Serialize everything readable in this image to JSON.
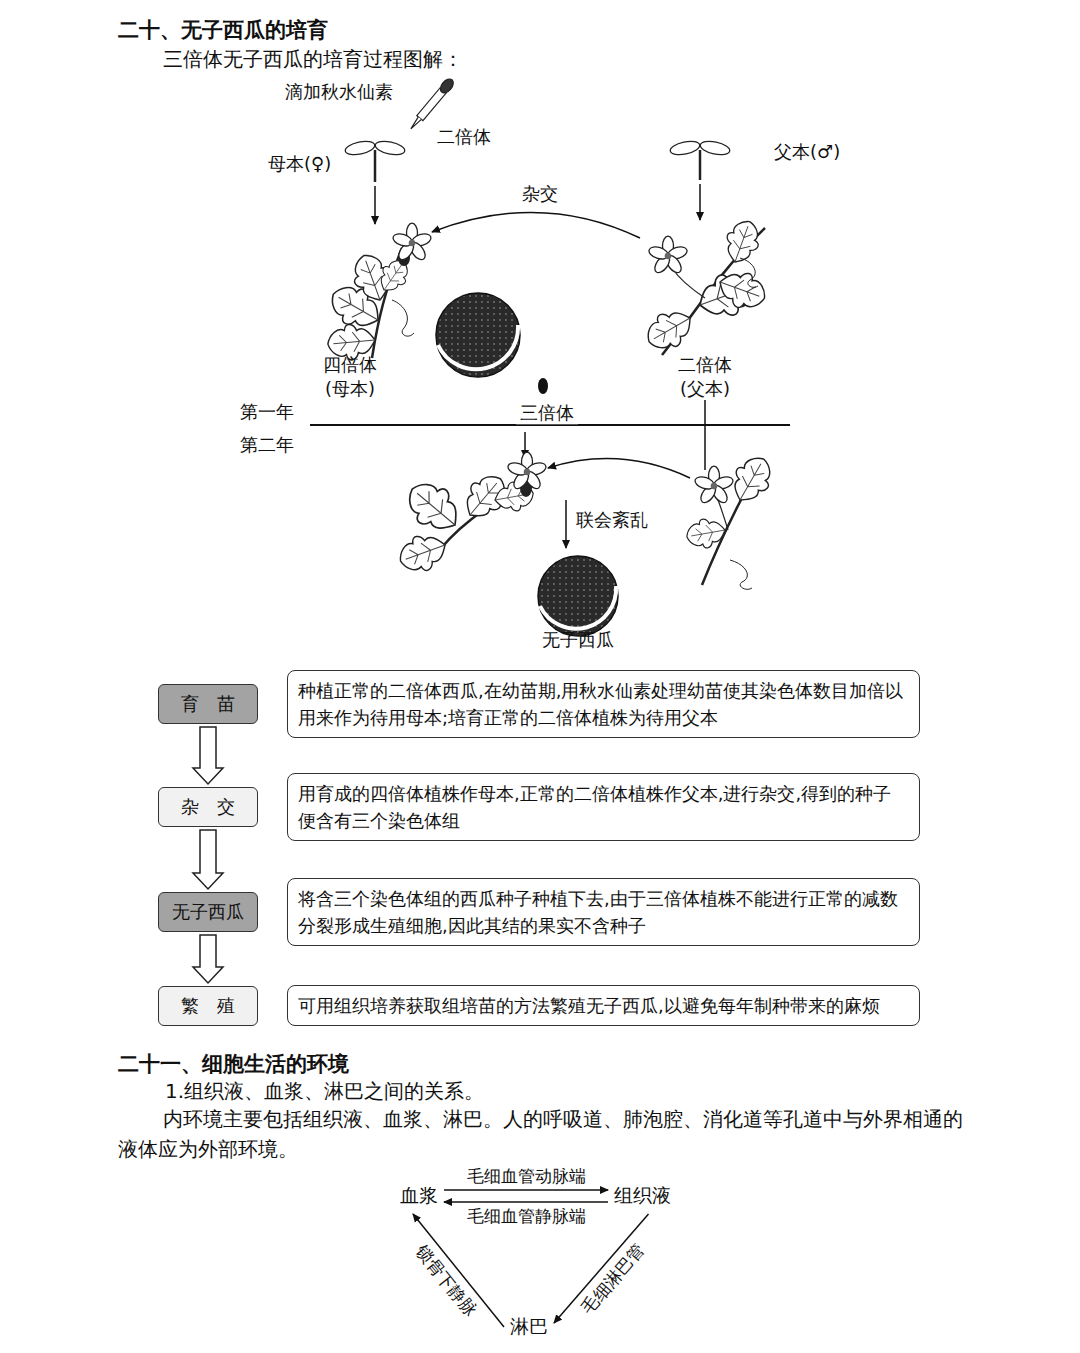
{
  "diagram": {
    "title": "二十、无子西瓜的培育",
    "nodes": [
      {
        "text": [
          "育苗"
        ]
      },
      {
        "text": [
          "种植正常的二倍体西瓜,在幼苗期,用秋水仙素处理幼苗使其染色体数目加倍以用来作为待用母本;培育正常的二倍体植株为待用父本"
        ]
      },
      {
        "text": [
          "杂交"
        ]
      },
      {
        "text": [
          "用育成的四倍体植株作母本,正常的二倍体植株作父本,进行杂交,得到的种子便含有三个染色体组"
        ]
      },
      {
        "text": [
          "无子西瓜"
        ]
      },
      {
        "text": [
          "将含三个染色体组的西瓜种子种植下去,由于三倍体植株不能进行正常的减数分裂形成生殖细胞,因此其结的果实不含种子"
        ]
      },
      {
        "text": [
          "繁殖"
        ]
      },
      {
        "text": [
          "可用组织培养获取组培苗的方法繁殖无子西瓜,以避免每年制种带来的麻烦"
        ]
      },
      {
        "text": [
          "血浆"
        ]
      },
      {
        "text": [
          "组织液"
        ]
      },
      {
        "text": [
          "淋巴"
        ]
      }
    ],
    "edges": [
      {
        "from": 0,
        "to": 2,
        "arrow": "to"
      },
      {
        "from": 2,
        "to": 4,
        "arrow": "to"
      },
      {
        "from": 4,
        "to": 6,
        "arrow": "to"
      },
      {
        "from": 8,
        "to": 9,
        "label": "毛细血管动脉端",
        "arrow": "to"
      },
      {
        "from": 9,
        "to": 8,
        "label": "毛细血管静脉端",
        "arrow": "to"
      },
      {
        "from": 9,
        "to": 10,
        "label": "毛细淋巴管",
        "arrow": "to"
      },
      {
        "from": 10,
        "to": 8,
        "label": "锁骨下静脉",
        "arrow": "to"
      }
    ],
    "labels": [
      "三倍体无子西瓜的培育过程图解：",
      "滴加秋水仙素",
      "二倍体",
      "母本(♀)",
      "父本(♂)",
      "杂交",
      "四倍体",
      "(母本)",
      "二倍体",
      "(父本)",
      "第一年",
      "三倍体",
      "第二年",
      "联会紊乱",
      "无子西瓜",
      "二十一、细胞生活的环境",
      "1.组织液、血浆、淋巴之间的关系。",
      "内环境主要包括组织液、血浆、淋巴。人的呼吸道、肺泡腔、消化道等孔道中与外界相通的液体应为外部环境。"
    ]
  }
}
